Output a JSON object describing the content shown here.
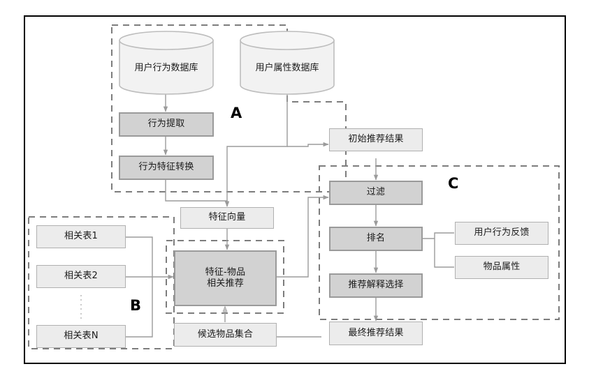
{
  "diagram": {
    "title": "Recommendation system flowchart",
    "group_labels": [
      {
        "id": "A",
        "text": "A"
      },
      {
        "id": "B",
        "text": "B"
      },
      {
        "id": "C",
        "text": "C"
      }
    ],
    "nodes": {
      "user_behavior_db": "用户行为数据库",
      "user_attribute_db": "用户属性数据库",
      "behavior_extraction": "行为提取",
      "behavior_feature_transform": "行为特征转换",
      "feature_vector": "特征向量",
      "relation_table_1": "相关表1",
      "relation_table_2": "相关表2",
      "relation_table_n": "相关表N",
      "feature_item_rec_line1": "特征-物品",
      "feature_item_rec_line2": "相关推荐",
      "candidate_item_set": "候选物品集合",
      "initial_rec_result": "初始推荐结果",
      "filter": "过滤",
      "ranking": "排名",
      "rec_explanation_select": "推荐解释选择",
      "final_rec_result": "最终推荐结果",
      "user_behavior_feedback": "用户行为反馈",
      "item_attribute": "物品属性"
    },
    "colors": {
      "process_fill": "#d2d2d2",
      "process_border": "#9a9a9a",
      "data_fill": "#ececec",
      "data_border": "#b0b0b0",
      "connector": "#9b9b9b",
      "group_dash": "#7d7d7d",
      "frame": "#000000"
    }
  }
}
